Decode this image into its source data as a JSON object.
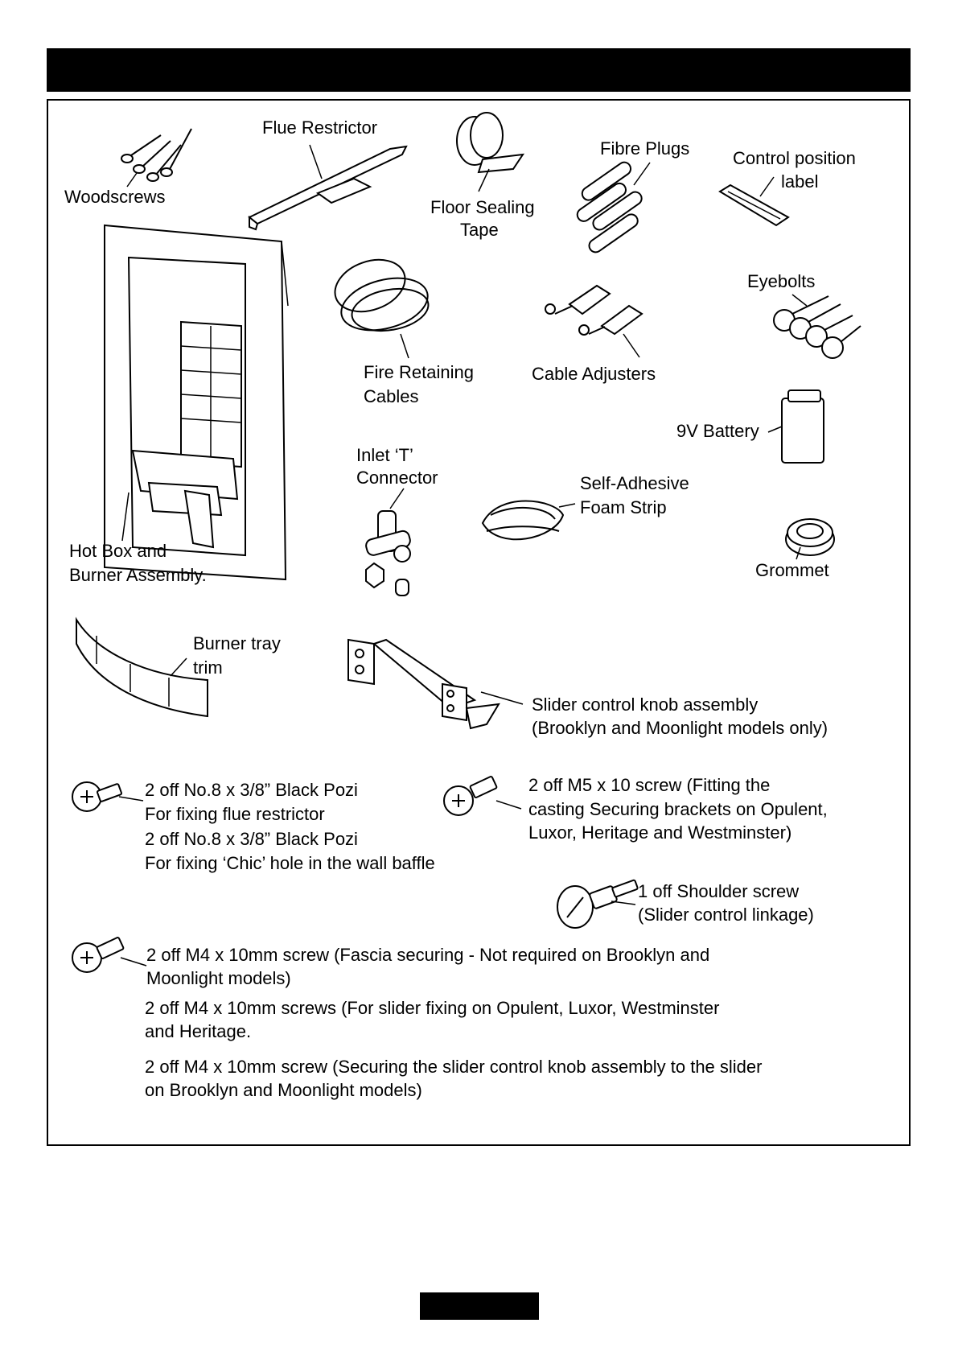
{
  "labels": {
    "woodscrews": "Woodscrews",
    "flue_restrictor": "Flue Restrictor",
    "floor_sealing_tape_1": "Floor Sealing",
    "floor_sealing_tape_2": "Tape",
    "fibre_plugs": "Fibre Plugs",
    "control_position_1": "Control position",
    "control_position_2": "label",
    "eyebolts": "Eyebolts",
    "fire_retaining_1": "Fire Retaining",
    "fire_retaining_2": "Cables",
    "cable_adjusters": "Cable Adjusters",
    "battery": "9V Battery",
    "inlet_t_1": "Inlet ‘T’",
    "inlet_t_2": "Connector",
    "foam_strip_1": "Self-Adhesive",
    "foam_strip_2": "Foam Strip",
    "hot_box_1": "Hot Box and",
    "hot_box_2": "Burner Assembly.",
    "grommet": "Grommet",
    "burner_tray_1": "Burner tray",
    "burner_tray_2": "trim",
    "slider_knob_1": "Slider control knob assembly",
    "slider_knob_2": "(Brooklyn and Moonlight models only)"
  },
  "screw_notes": {
    "pozi_1a": "2 off No.8 x 3/8” Black Pozi",
    "pozi_1b": "For fixing flue restrictor",
    "pozi_2a": "2 off No.8 x 3/8” Black Pozi",
    "pozi_2b": "For fixing ‘Chic’ hole in the wall baffle",
    "m5_1": "2 off M5 x 10 screw (Fitting the",
    "m5_2": "casting Securing brackets on Opulent,",
    "m5_3": "Luxor, Heritage and Westminster)",
    "shoulder_1": "1 off Shoulder screw",
    "shoulder_2": "(Slider control linkage)",
    "m4_a1": "2 off M4 x 10mm screw (Fascia securing - Not required on Brooklyn and",
    "m4_a2": "Moonlight models)",
    "m4_b1": "2 off M4 x 10mm screws  (For slider fixing on  Opulent, Luxor, Westminster",
    "m4_b2": "and Heritage.",
    "m4_c1": "2 off M4 x 10mm screw (Securing the slider control knob assembly to the slider",
    "m4_c2": "on Brooklyn and Moonlight models)"
  },
  "colors": {
    "ink": "#000000",
    "paper": "#ffffff"
  },
  "icons": [
    "woodscrew-icon",
    "flue-restrictor-icon",
    "tape-roll-icon",
    "fibre-plug-icon",
    "control-label-icon",
    "eyebolt-icon",
    "cable-coil-icon",
    "cable-adjuster-icon",
    "battery-icon",
    "inlet-connector-icon",
    "foam-strip-icon",
    "hot-box-icon",
    "grommet-icon",
    "burner-trim-icon",
    "slider-knob-icon",
    "pozi-screw-icon",
    "m5-screw-icon",
    "shoulder-screw-icon",
    "m4-screw-icon"
  ]
}
